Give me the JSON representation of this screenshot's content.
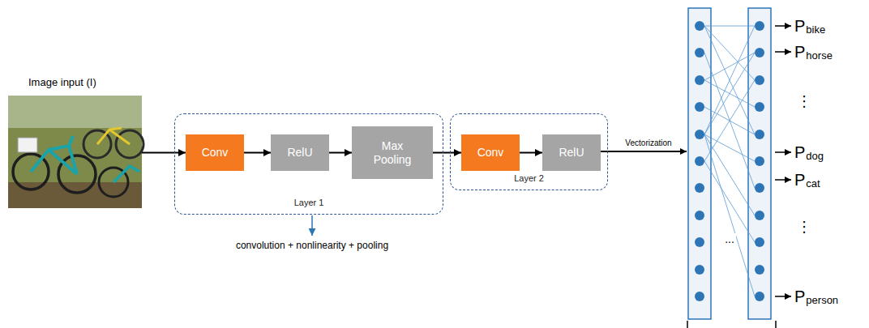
{
  "diagram": {
    "nodes": [
      {
        "text": [
          "Image input (I)"
        ]
      },
      {
        "text": [
          "Layer 1"
        ]
      },
      {
        "text": [
          "Conv"
        ],
        "in": 1
      },
      {
        "text": [
          "RelU"
        ],
        "in": 1
      },
      {
        "text": [
          "Max Pooling"
        ],
        "in": 1
      },
      {
        "text": [
          "Layer 2"
        ]
      },
      {
        "text": [
          "Conv"
        ],
        "in": 5
      },
      {
        "text": [
          "RelU"
        ],
        "in": 5
      }
    ],
    "edges": [
      {
        "from": 0,
        "to": 2,
        "arrow": "to"
      },
      {
        "from": 2,
        "to": 3,
        "arrow": "to"
      },
      {
        "from": 3,
        "to": 4,
        "arrow": "to"
      },
      {
        "from": 4,
        "to": 6,
        "arrow": "to"
      },
      {
        "from": 6,
        "to": 7,
        "arrow": "to"
      }
    ],
    "labels": [
      "convolution + nonlinearity + pooling",
      "Vectorization",
      "...",
      "P",
      "bike",
      "P",
      "horse",
      "⋮",
      "P",
      "dog",
      "P",
      "cat",
      "⋮",
      "P",
      "person"
    ]
  }
}
